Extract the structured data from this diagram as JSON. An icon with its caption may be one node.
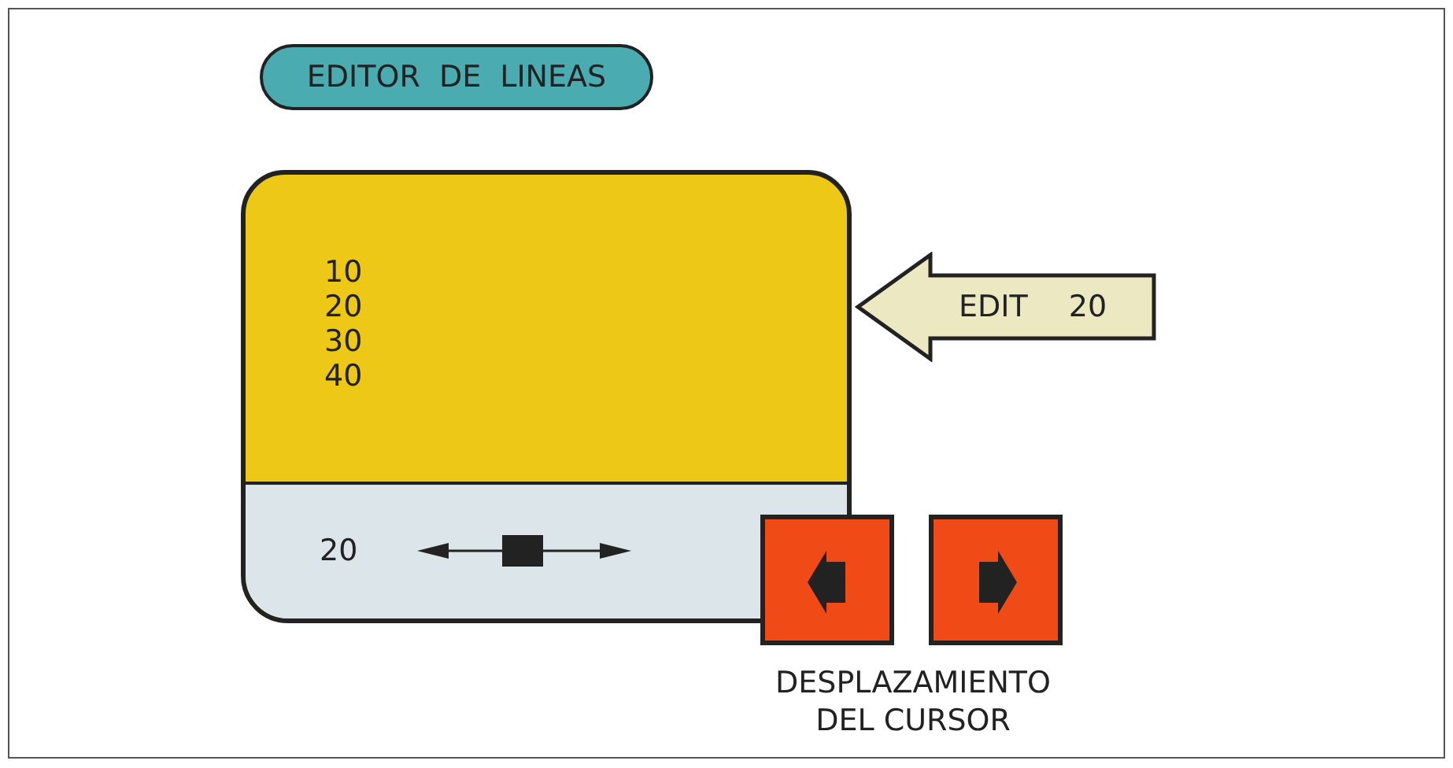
{
  "diagram": {
    "nodes": [
      {
        "text": [
          "EDITOR DE LINEAS"
        ]
      },
      {
        "text": [
          "10",
          "20",
          "30",
          "40"
        ]
      },
      {
        "text": [
          "20"
        ],
        "in": 1
      },
      {
        "text": [
          "EDIT 20"
        ]
      },
      {
        "text": [],
        "shape": "box"
      },
      {
        "text": [],
        "shape": "box"
      }
    ],
    "edges": [],
    "labels": [
      "DESPLAZAMIENTO DEL CURSOR"
    ]
  }
}
